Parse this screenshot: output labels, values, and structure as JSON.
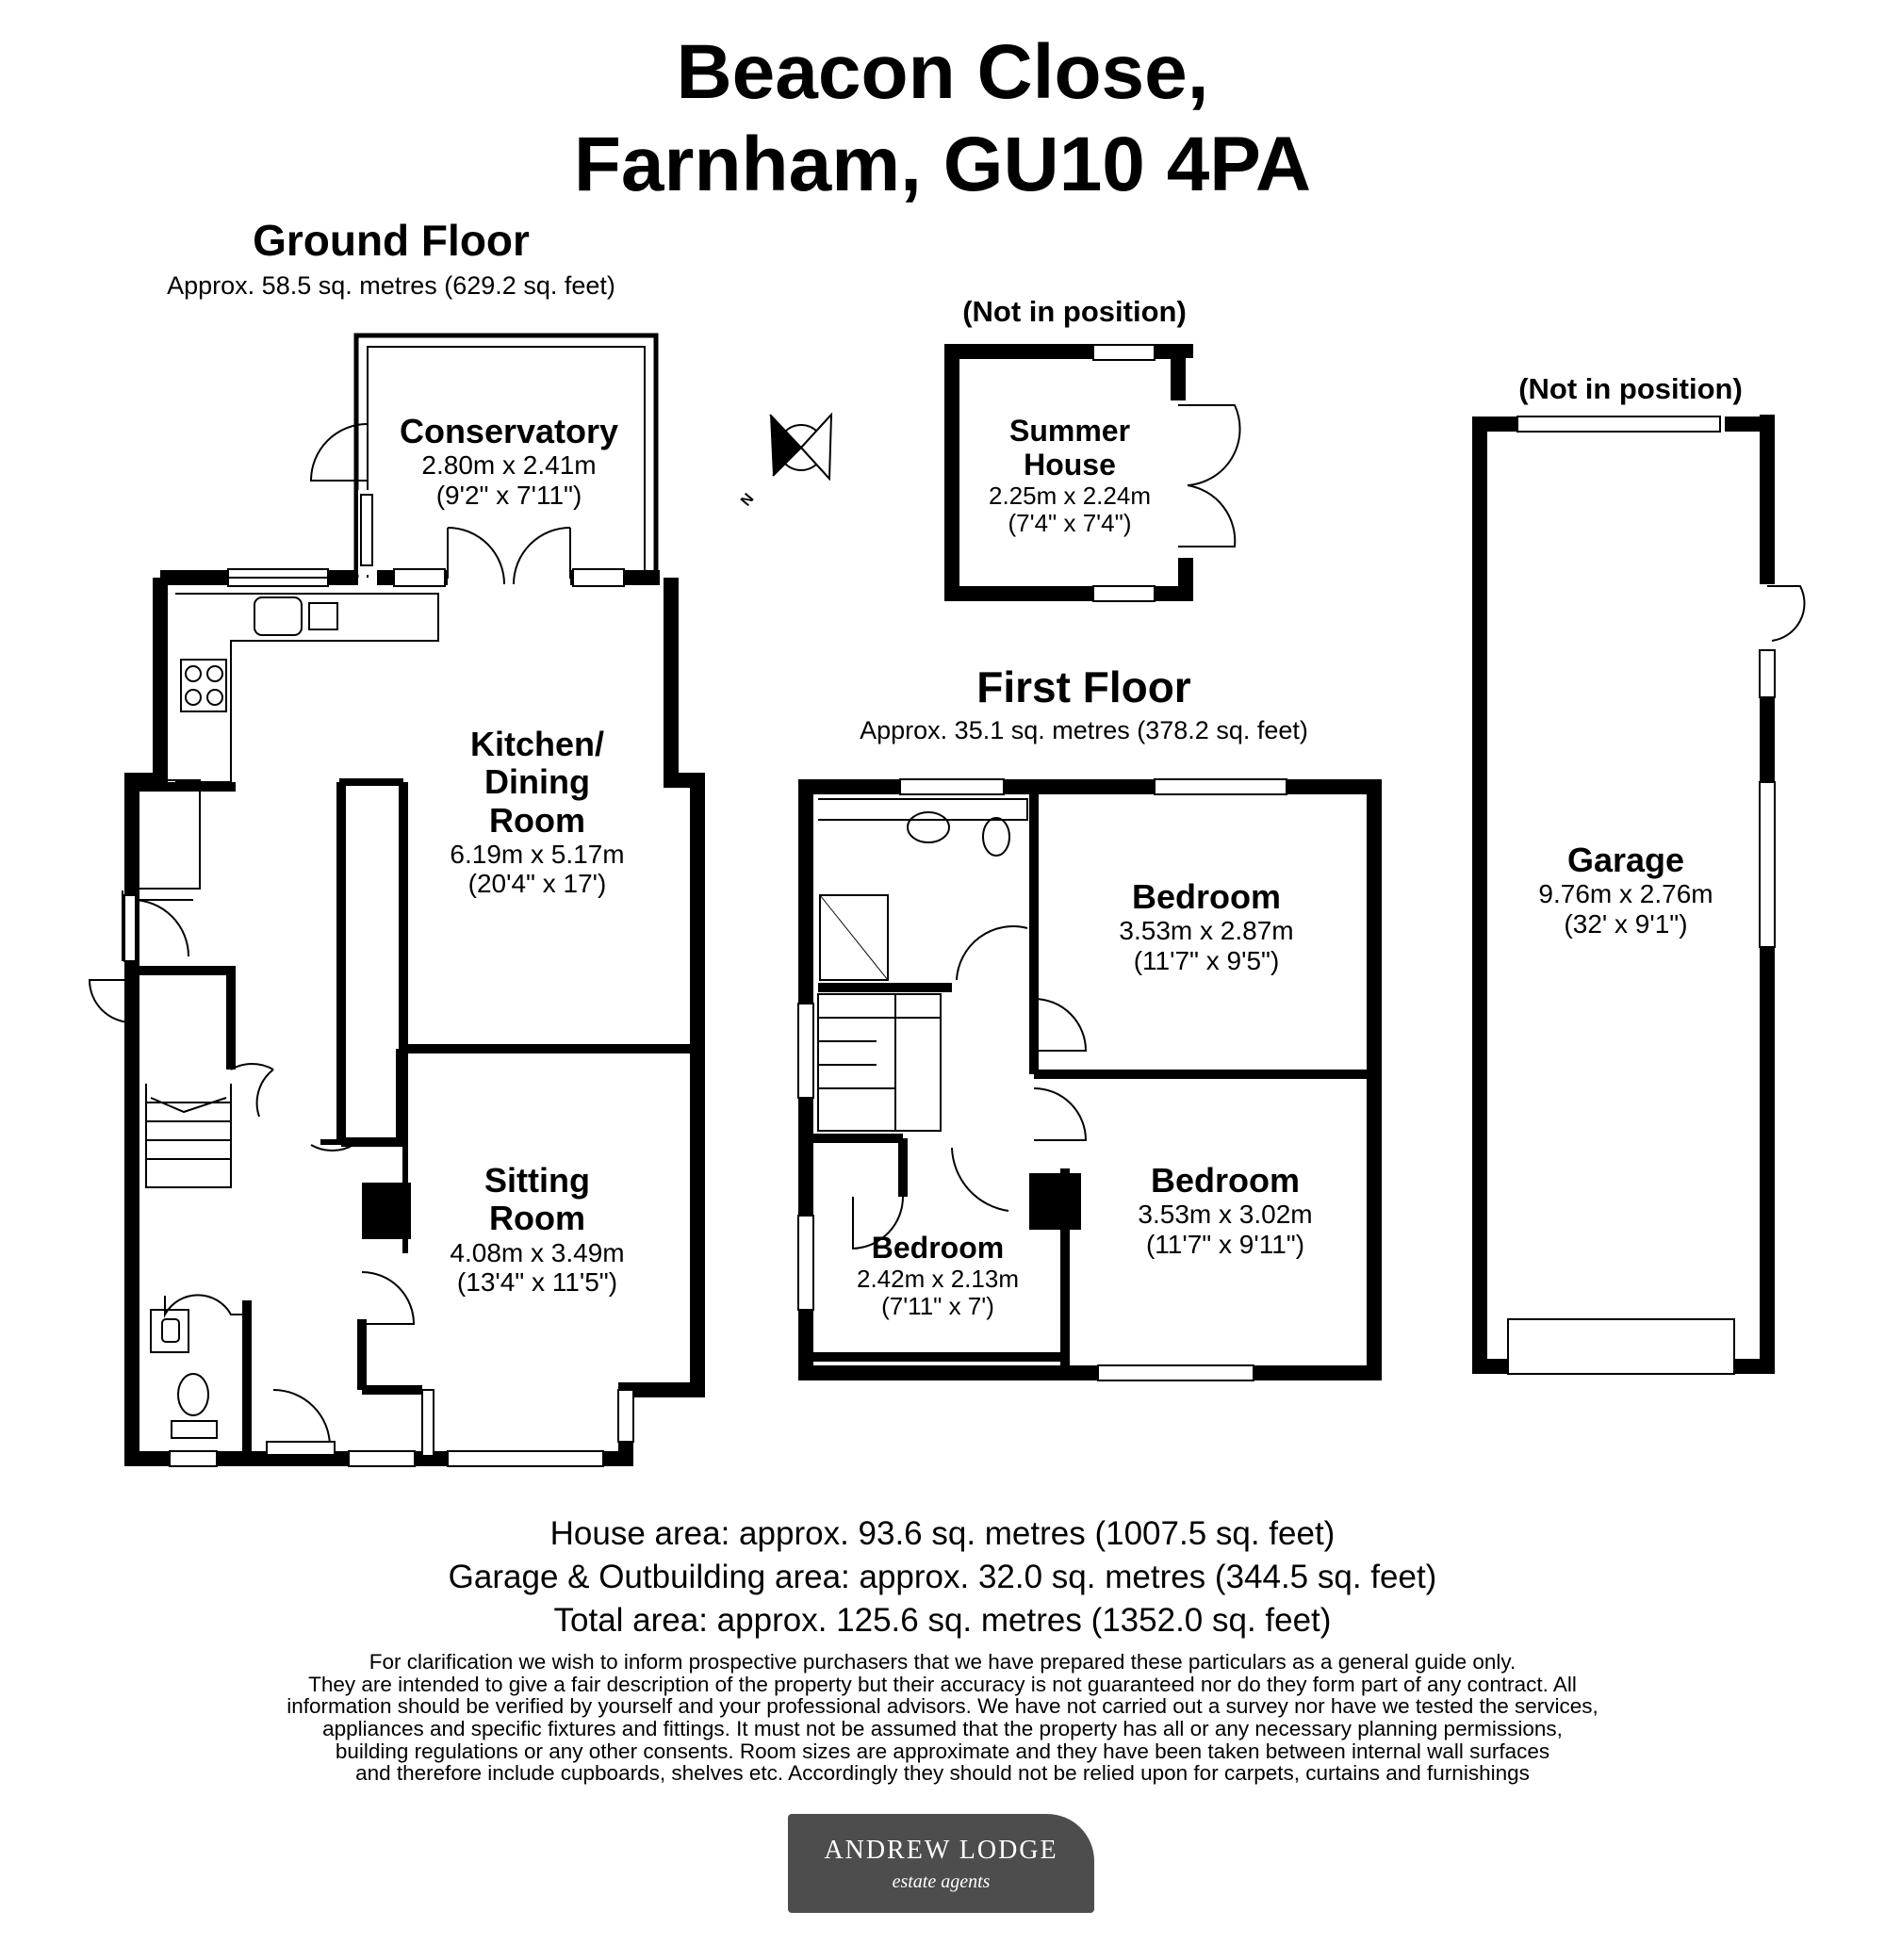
{
  "title": {
    "line1": "Beacon Close,",
    "line2": "Farnham, GU10 4PA"
  },
  "ground_floor": {
    "title": "Ground Floor",
    "area": "Approx. 58.5 sq. metres (629.2 sq. feet)",
    "rooms": {
      "conservatory": {
        "name": "Conservatory",
        "metric": "2.80m x 2.41m",
        "imperial": "(9'2\" x 7'11\")"
      },
      "kitchen": {
        "name_l1": "Kitchen/",
        "name_l2": "Dining",
        "name_l3": "Room",
        "metric": "6.19m x 5.17m",
        "imperial": "(20'4\" x 17')"
      },
      "sitting": {
        "name_l1": "Sitting",
        "name_l2": "Room",
        "metric": "4.08m x 3.49m",
        "imperial": "(13'4\" x 11'5\")"
      }
    }
  },
  "summer_house": {
    "not_in_position": "(Not in position)",
    "name_l1": "Summer",
    "name_l2": "House",
    "metric": "2.25m x 2.24m",
    "imperial": "(7'4\" x 7'4\")"
  },
  "compass": {
    "north_label": "N"
  },
  "first_floor": {
    "title": "First Floor",
    "area": "Approx. 35.1 sq. metres (378.2 sq. feet)",
    "rooms": {
      "bedroom1": {
        "name": "Bedroom",
        "metric": "3.53m x 2.87m",
        "imperial": "(11'7\" x 9'5\")"
      },
      "bedroom2": {
        "name": "Bedroom",
        "metric": "3.53m x 3.02m",
        "imperial": "(11'7\" x 9'11\")"
      },
      "bedroom3": {
        "name": "Bedroom",
        "metric": "2.42m x 2.13m",
        "imperial": "(7'11\" x 7')"
      }
    }
  },
  "garage": {
    "not_in_position": "(Not in position)",
    "name": "Garage",
    "metric": "9.76m x 2.76m",
    "imperial": "(32' x 9'1\")"
  },
  "areas": {
    "house": "House area: approx. 93.6 sq. metres (1007.5 sq. feet)",
    "garage_outbuilding": "Garage & Outbuilding area: approx. 32.0 sq. metres (344.5 sq. feet)",
    "total": "Total area: approx. 125.6 sq. metres (1352.0 sq. feet)"
  },
  "disclaimer": [
    "For clarification we wish to inform prospective purchasers that we have prepared these particulars as a general guide only.",
    "They are intended to give a fair description of the property but their accuracy is not guaranteed nor do they form part of any contract. All",
    "information should be verified by yourself and your professional advisors. We have not carried out a survey nor have we tested the services,",
    "appliances and  specific  fixtures  and  fittings. It must not be assumed that the property has all or any necessary planning permissions,",
    "building  regulations  or  any  other  consents.  Room sizes are approximate and they have been taken between internal wall surfaces",
    "and therefore include cupboards, shelves etc. Accordingly they should not be relied upon for carpets, curtains and furnishings"
  ],
  "logo": {
    "name": "ANDREW LODGE",
    "tagline": "estate agents"
  },
  "colors": {
    "wall": "#000000",
    "logo_bg": "#4d4d4d",
    "background": "#ffffff"
  }
}
